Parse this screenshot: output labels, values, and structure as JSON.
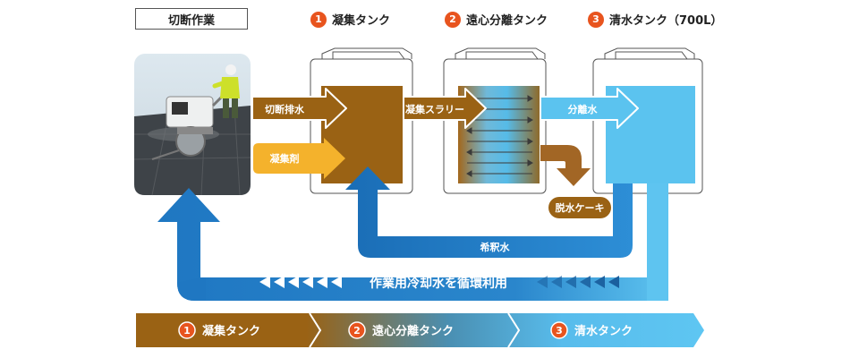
{
  "header": {
    "work_label": "切断作業",
    "tanks": [
      {
        "number": "1",
        "name": "凝集タンク"
      },
      {
        "number": "2",
        "name": "遠心分離タンク"
      },
      {
        "number": "3",
        "name": "清水タンク（700L）"
      }
    ]
  },
  "flow_labels": {
    "cutting_drainage": "切断排水",
    "coagulant": "凝集剤",
    "coagulated_slurry": "凝集スラリー",
    "separated_water": "分離水",
    "dewatered_cake": "脱水ケーキ",
    "diluted_water": "希釈水",
    "recycle": "作業用冷却水を循環利用"
  },
  "bottom_bar": [
    {
      "number": "1",
      "name": "凝集タンク"
    },
    {
      "number": "2",
      "name": "遠心分離タンク"
    },
    {
      "number": "3",
      "name": "清水タンク"
    }
  ],
  "colors": {
    "coagulation_brown": "#9a6214",
    "clear_water_blue": "#5bc3ef",
    "recycle_blue": "#1f7bc4",
    "arrow_orange": "#f4b22c",
    "number_badge": "#e8541e"
  }
}
